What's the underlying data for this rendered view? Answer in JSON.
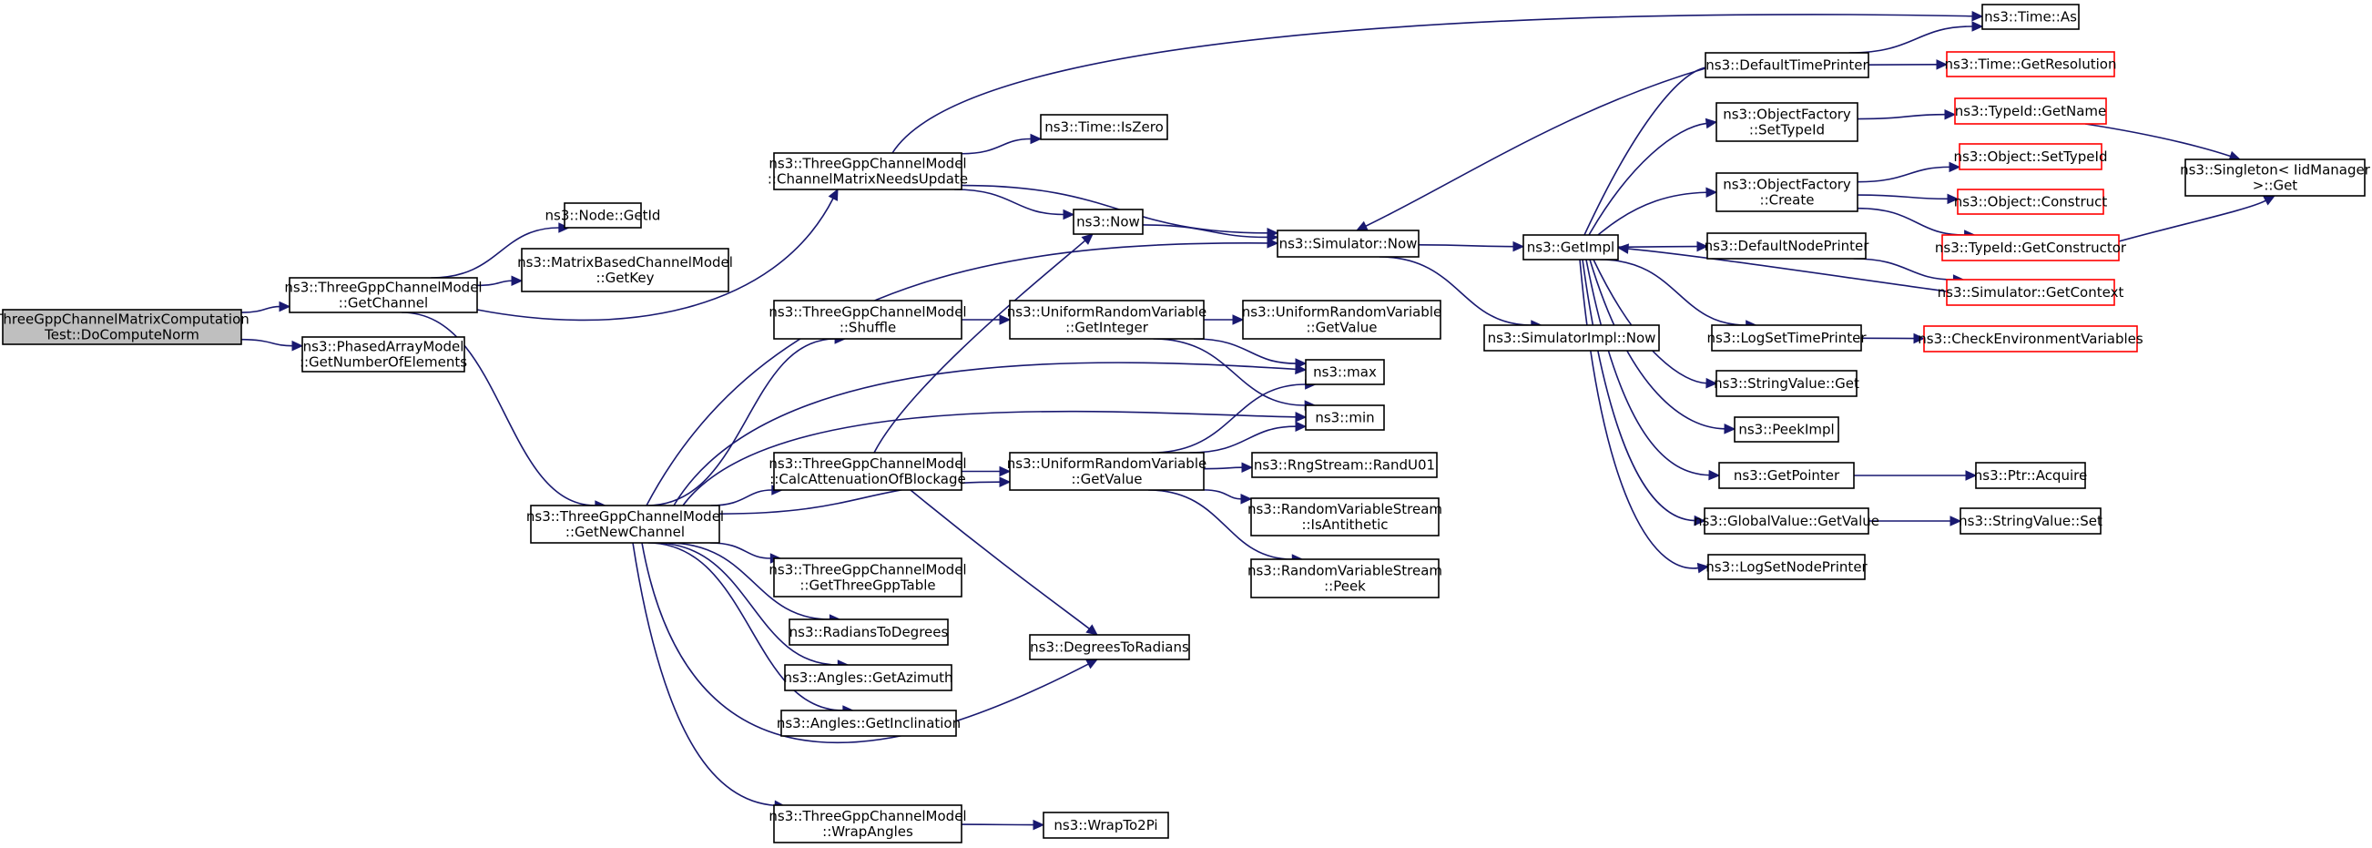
{
  "colors": {
    "edge": "#191970",
    "root_fill": "#bfbfbf",
    "border": "#000000",
    "undocumented_border": "#ff0000"
  },
  "nodes": [
    {
      "id": "root",
      "lines": [
        "ThreeGppChannelMatrixComputation",
        "Test::DoComputeNorm"
      ],
      "kind": "root"
    },
    {
      "id": "getchannel",
      "lines": [
        "ns3::ThreeGppChannelModel",
        "::GetChannel"
      ],
      "kind": "normal"
    },
    {
      "id": "getnumel",
      "lines": [
        "ns3::PhasedArrayModel",
        "::GetNumberOfElements"
      ],
      "kind": "normal"
    },
    {
      "id": "nodegetid",
      "lines": [
        "ns3::Node::GetId"
      ],
      "kind": "normal"
    },
    {
      "id": "getkey",
      "lines": [
        "ns3::MatrixBasedChannelModel",
        "::GetKey"
      ],
      "kind": "normal"
    },
    {
      "id": "getnewchannel",
      "lines": [
        "ns3::ThreeGppChannelModel",
        "::GetNewChannel"
      ],
      "kind": "normal"
    },
    {
      "id": "chmatneeds",
      "lines": [
        "ns3::ThreeGppChannelModel",
        "::ChannelMatrixNeedsUpdate"
      ],
      "kind": "normal"
    },
    {
      "id": "shuffle",
      "lines": [
        "ns3::ThreeGppChannelModel",
        "::Shuffle"
      ],
      "kind": "normal"
    },
    {
      "id": "calcatten",
      "lines": [
        "ns3::ThreeGppChannelModel",
        "::CalcAttenuationOfBlockage"
      ],
      "kind": "normal"
    },
    {
      "id": "gettable",
      "lines": [
        "ns3::ThreeGppChannelModel",
        "::GetThreeGppTable"
      ],
      "kind": "normal"
    },
    {
      "id": "rad2deg",
      "lines": [
        "ns3::RadiansToDegrees"
      ],
      "kind": "normal"
    },
    {
      "id": "getazimuth",
      "lines": [
        "ns3::Angles::GetAzimuth"
      ],
      "kind": "normal"
    },
    {
      "id": "getincl",
      "lines": [
        "ns3::Angles::GetInclination"
      ],
      "kind": "normal"
    },
    {
      "id": "wrapangles",
      "lines": [
        "ns3::ThreeGppChannelModel",
        "::WrapAngles"
      ],
      "kind": "normal"
    },
    {
      "id": "timeiszero",
      "lines": [
        "ns3::Time::IsZero"
      ],
      "kind": "normal"
    },
    {
      "id": "ns3now",
      "lines": [
        "ns3::Now"
      ],
      "kind": "normal"
    },
    {
      "id": "simnow",
      "lines": [
        "ns3::Simulator::Now"
      ],
      "kind": "normal"
    },
    {
      "id": "urvgetint",
      "lines": [
        "ns3::UniformRandomVariable",
        "::GetInteger"
      ],
      "kind": "normal"
    },
    {
      "id": "urvgetval",
      "lines": [
        "ns3::UniformRandomVariable",
        "::GetValue"
      ],
      "kind": "normal"
    },
    {
      "id": "deg2rad",
      "lines": [
        "ns3::DegreesToRadians"
      ],
      "kind": "normal"
    },
    {
      "id": "wrap2pi",
      "lines": [
        "ns3::WrapTo2Pi"
      ],
      "kind": "normal"
    },
    {
      "id": "urvgetval2",
      "lines": [
        "ns3::UniformRandomVariable",
        "::GetValue"
      ],
      "kind": "normal"
    },
    {
      "id": "ns3max",
      "lines": [
        "ns3::max"
      ],
      "kind": "normal"
    },
    {
      "id": "ns3min",
      "lines": [
        "ns3::min"
      ],
      "kind": "normal"
    },
    {
      "id": "randu01",
      "lines": [
        "ns3::RngStream::RandU01"
      ],
      "kind": "normal"
    },
    {
      "id": "isanti",
      "lines": [
        "ns3::RandomVariableStream",
        "::IsAntithetic"
      ],
      "kind": "normal"
    },
    {
      "id": "peek",
      "lines": [
        "ns3::RandomVariableStream",
        "::Peek"
      ],
      "kind": "normal"
    },
    {
      "id": "getimpl",
      "lines": [
        "ns3::GetImpl"
      ],
      "kind": "normal"
    },
    {
      "id": "simimplnow",
      "lines": [
        "ns3::SimulatorImpl::Now"
      ],
      "kind": "normal"
    },
    {
      "id": "deftimeprinter",
      "lines": [
        "ns3::DefaultTimePrinter"
      ],
      "kind": "normal"
    },
    {
      "id": "ofsettypeid",
      "lines": [
        "ns3::ObjectFactory",
        "::SetTypeId"
      ],
      "kind": "normal"
    },
    {
      "id": "ofcreate",
      "lines": [
        "ns3::ObjectFactory",
        "::Create"
      ],
      "kind": "normal"
    },
    {
      "id": "defnodeprinter",
      "lines": [
        "ns3::DefaultNodePrinter"
      ],
      "kind": "normal"
    },
    {
      "id": "logsettime",
      "lines": [
        "ns3::LogSetTimePrinter"
      ],
      "kind": "normal"
    },
    {
      "id": "stringvalget",
      "lines": [
        "ns3::StringValue::Get"
      ],
      "kind": "normal"
    },
    {
      "id": "peekimpl",
      "lines": [
        "ns3::PeekImpl"
      ],
      "kind": "normal"
    },
    {
      "id": "getpointer",
      "lines": [
        "ns3::GetPointer"
      ],
      "kind": "normal"
    },
    {
      "id": "globalvalget",
      "lines": [
        "ns3::GlobalValue::GetValue"
      ],
      "kind": "normal"
    },
    {
      "id": "logsetnode",
      "lines": [
        "ns3::LogSetNodePrinter"
      ],
      "kind": "normal"
    },
    {
      "id": "timeas",
      "lines": [
        "ns3::Time::As"
      ],
      "kind": "normal"
    },
    {
      "id": "timegetres",
      "lines": [
        "ns3::Time::GetResolution"
      ],
      "kind": "red"
    },
    {
      "id": "typeidgetname",
      "lines": [
        "ns3::TypeId::GetName"
      ],
      "kind": "red"
    },
    {
      "id": "objsettypeid",
      "lines": [
        "ns3::Object::SetTypeId"
      ],
      "kind": "red"
    },
    {
      "id": "objconstruct",
      "lines": [
        "ns3::Object::Construct"
      ],
      "kind": "red"
    },
    {
      "id": "typeidgetctor",
      "lines": [
        "ns3::TypeId::GetConstructor"
      ],
      "kind": "red"
    },
    {
      "id": "simgetctx",
      "lines": [
        "ns3::Simulator::GetContext"
      ],
      "kind": "red"
    },
    {
      "id": "checkenv",
      "lines": [
        "ns3::CheckEnvironmentVariables"
      ],
      "kind": "red"
    },
    {
      "id": "ptracquire",
      "lines": [
        "ns3::Ptr::Acquire"
      ],
      "kind": "normal"
    },
    {
      "id": "stringvalset",
      "lines": [
        "ns3::StringValue::Set"
      ],
      "kind": "normal"
    },
    {
      "id": "singletonget",
      "lines": [
        "ns3::Singleton< IidManager",
        ">::Get"
      ],
      "kind": "normal"
    }
  ],
  "edges": [
    {
      "from": "root",
      "to": "getchannel"
    },
    {
      "from": "root",
      "to": "getnumel"
    },
    {
      "from": "getchannel",
      "to": "nodegetid"
    },
    {
      "from": "getchannel",
      "to": "getkey"
    },
    {
      "from": "getchannel",
      "to": "chmatneeds"
    },
    {
      "from": "getchannel",
      "to": "getnewchannel"
    },
    {
      "from": "chmatneeds",
      "to": "timeas"
    },
    {
      "from": "chmatneeds",
      "to": "timeiszero"
    },
    {
      "from": "chmatneeds",
      "to": "ns3now"
    },
    {
      "from": "chmatneeds",
      "to": "simnow"
    },
    {
      "from": "getnewchannel",
      "to": "simnow"
    },
    {
      "from": "getnewchannel",
      "to": "shuffle"
    },
    {
      "from": "getnewchannel",
      "to": "ns3max"
    },
    {
      "from": "getnewchannel",
      "to": "ns3min"
    },
    {
      "from": "getnewchannel",
      "to": "calcatten"
    },
    {
      "from": "getnewchannel",
      "to": "urvgetval2"
    },
    {
      "from": "getnewchannel",
      "to": "gettable"
    },
    {
      "from": "getnewchannel",
      "to": "rad2deg"
    },
    {
      "from": "getnewchannel",
      "to": "getazimuth"
    },
    {
      "from": "getnewchannel",
      "to": "getincl"
    },
    {
      "from": "getnewchannel",
      "to": "deg2rad"
    },
    {
      "from": "getnewchannel",
      "to": "wrapangles"
    },
    {
      "from": "shuffle",
      "to": "urvgetint"
    },
    {
      "from": "calcatten",
      "to": "ns3now"
    },
    {
      "from": "calcatten",
      "to": "urvgetval2"
    },
    {
      "from": "calcatten",
      "to": "deg2rad"
    },
    {
      "from": "ns3now",
      "to": "simnow"
    },
    {
      "from": "urvgetint",
      "to": "urvgetval"
    },
    {
      "from": "urvgetint",
      "to": "ns3max"
    },
    {
      "from": "urvgetint",
      "to": "ns3min"
    },
    {
      "from": "urvgetval2",
      "to": "ns3max"
    },
    {
      "from": "urvgetval2",
      "to": "ns3min"
    },
    {
      "from": "urvgetval2",
      "to": "randu01"
    },
    {
      "from": "urvgetval2",
      "to": "isanti"
    },
    {
      "from": "urvgetval2",
      "to": "peek"
    },
    {
      "from": "wrapangles",
      "to": "wrap2pi"
    },
    {
      "from": "simnow",
      "to": "getimpl"
    },
    {
      "from": "simnow",
      "to": "simimplnow"
    },
    {
      "from": "getimpl",
      "to": "deftimeprinter"
    },
    {
      "from": "getimpl",
      "to": "ofsettypeid"
    },
    {
      "from": "getimpl",
      "to": "ofcreate"
    },
    {
      "from": "getimpl",
      "to": "defnodeprinter"
    },
    {
      "from": "getimpl",
      "to": "logsettime"
    },
    {
      "from": "getimpl",
      "to": "stringvalget"
    },
    {
      "from": "getimpl",
      "to": "peekimpl"
    },
    {
      "from": "getimpl",
      "to": "getpointer"
    },
    {
      "from": "getimpl",
      "to": "globalvalget"
    },
    {
      "from": "getimpl",
      "to": "logsetnode"
    },
    {
      "from": "deftimeprinter",
      "to": "simnow"
    },
    {
      "from": "deftimeprinter",
      "to": "timeas"
    },
    {
      "from": "deftimeprinter",
      "to": "timegetres"
    },
    {
      "from": "ofsettypeid",
      "to": "typeidgetname"
    },
    {
      "from": "ofcreate",
      "to": "objsettypeid"
    },
    {
      "from": "ofcreate",
      "to": "objconstruct"
    },
    {
      "from": "ofcreate",
      "to": "typeidgetctor"
    },
    {
      "from": "defnodeprinter",
      "to": "simgetctx"
    },
    {
      "from": "simgetctx",
      "to": "getimpl"
    },
    {
      "from": "logsettime",
      "to": "checkenv"
    },
    {
      "from": "typeidgetname",
      "to": "singletonget"
    },
    {
      "from": "typeidgetctor",
      "to": "singletonget"
    },
    {
      "from": "getpointer",
      "to": "ptracquire"
    },
    {
      "from": "globalvalget",
      "to": "stringvalset"
    }
  ]
}
